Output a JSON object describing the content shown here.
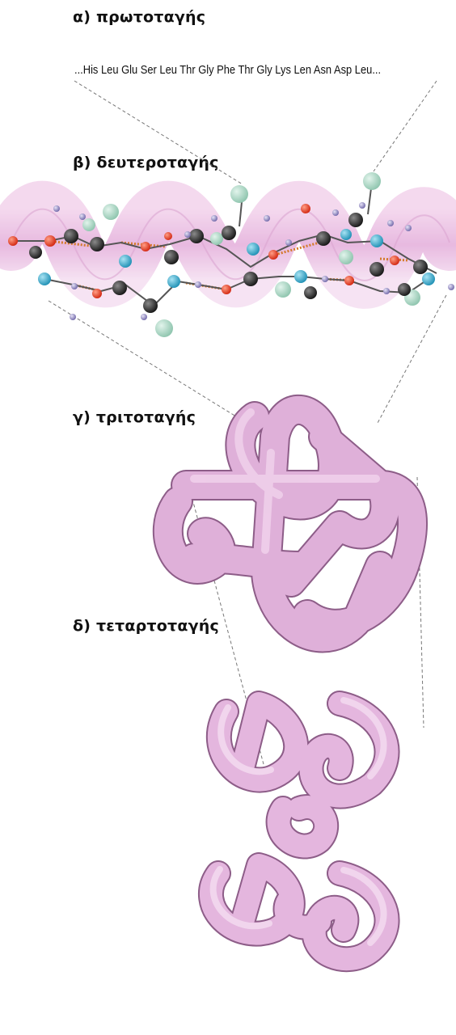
{
  "labels": {
    "primary": "α) πρωτοταγής",
    "secondary": "β) δευτεροταγής",
    "tertiary": "γ) τριτοταγής",
    "quaternary": "δ) τεταρτοταγής"
  },
  "sequence": "...His Leu Glu Ser Leu Thr Gly Phe Thr Gly Lys Len Asn Asp Leu...",
  "colors": {
    "ribbon": "#e9b9df",
    "protein": "#dba8d6",
    "protein_dark": "#9c6597",
    "atom_blue": "#2fa3c6",
    "atom_red": "#e2331d",
    "atom_black": "#1f1f1f",
    "atom_green": "#a6d3c0",
    "atom_small": "#7f76b6",
    "hbond": "#d47a2a",
    "guide": "#666666"
  }
}
